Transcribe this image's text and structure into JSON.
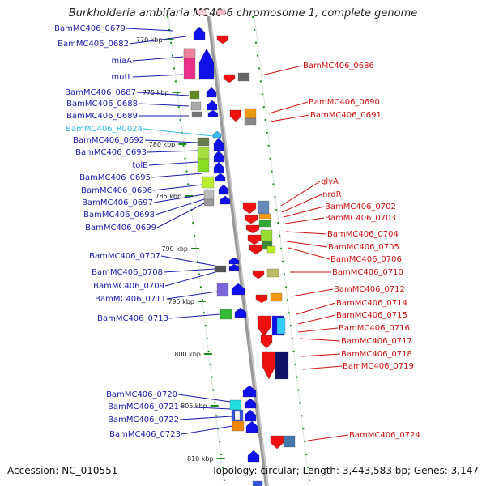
{
  "title": "Burkholderia ambifaria MC40-6 chromosome 1, complete genome",
  "footer": {
    "accession": "Accession: NC_010551",
    "summary": "Topology: circular; Length: 3,443,583 bp; Genes: 3,147"
  },
  "colors": {
    "left_label": "#1a1aa8",
    "right_label": "#cc1111",
    "rna_label": "#33bbee",
    "backbone": "#9a9a9a",
    "tick": "#1a8a1a"
  },
  "scale_ticks": [
    {
      "label": "770 kbp"
    },
    {
      "label": "775 kbp"
    },
    {
      "label": "780 kbp"
    },
    {
      "label": "785 kbp"
    },
    {
      "label": "790 kbp"
    },
    {
      "label": "795 kbp"
    },
    {
      "label": "800 kbp"
    },
    {
      "label": "805 kbp"
    },
    {
      "label": "810 kbp"
    }
  ],
  "left_genes": [
    {
      "name": "BamMC406_0679"
    },
    {
      "name": "BamMC406_0682"
    },
    {
      "name": "miaA"
    },
    {
      "name": "mutL"
    },
    {
      "name": "BamMC406_0687"
    },
    {
      "name": "BamMC406_0688"
    },
    {
      "name": "BamMC406_0689"
    },
    {
      "name": "BamMC406_R0024",
      "rna": true
    },
    {
      "name": "BamMC406_0692"
    },
    {
      "name": "BamMC406_0693"
    },
    {
      "name": "tolB"
    },
    {
      "name": "BamMC406_0695"
    },
    {
      "name": "BamMC406_0696"
    },
    {
      "name": "BamMC406_0697"
    },
    {
      "name": "BamMC406_0698"
    },
    {
      "name": "BamMC406_0699"
    },
    {
      "name": "BamMC406_0707"
    },
    {
      "name": "BamMC406_0708"
    },
    {
      "name": "BamMC406_0709"
    },
    {
      "name": "BamMC406_0711"
    },
    {
      "name": "BamMC406_0713"
    },
    {
      "name": "BamMC406_0720"
    },
    {
      "name": "BamMC406_0721"
    },
    {
      "name": "BamMC406_0722"
    },
    {
      "name": "BamMC406_0723"
    }
  ],
  "right_genes": [
    {
      "name": "BamMC406_0686"
    },
    {
      "name": "BamMC406_0690"
    },
    {
      "name": "BamMC406_0691"
    },
    {
      "name": "glyA"
    },
    {
      "name": "nrdR"
    },
    {
      "name": "BamMC406_0702"
    },
    {
      "name": "BamMC406_0703"
    },
    {
      "name": "BamMC406_0704"
    },
    {
      "name": "BamMC406_0705"
    },
    {
      "name": "BamMC406_0706"
    },
    {
      "name": "BamMC406_0710"
    },
    {
      "name": "BamMC406_0712"
    },
    {
      "name": "BamMC406_0714"
    },
    {
      "name": "BamMC406_0715"
    },
    {
      "name": "BamMC406_0716"
    },
    {
      "name": "BamMC406_0717"
    },
    {
      "name": "BamMC406_0718"
    },
    {
      "name": "BamMC406_0719"
    },
    {
      "name": "BamMC406_0724"
    }
  ]
}
